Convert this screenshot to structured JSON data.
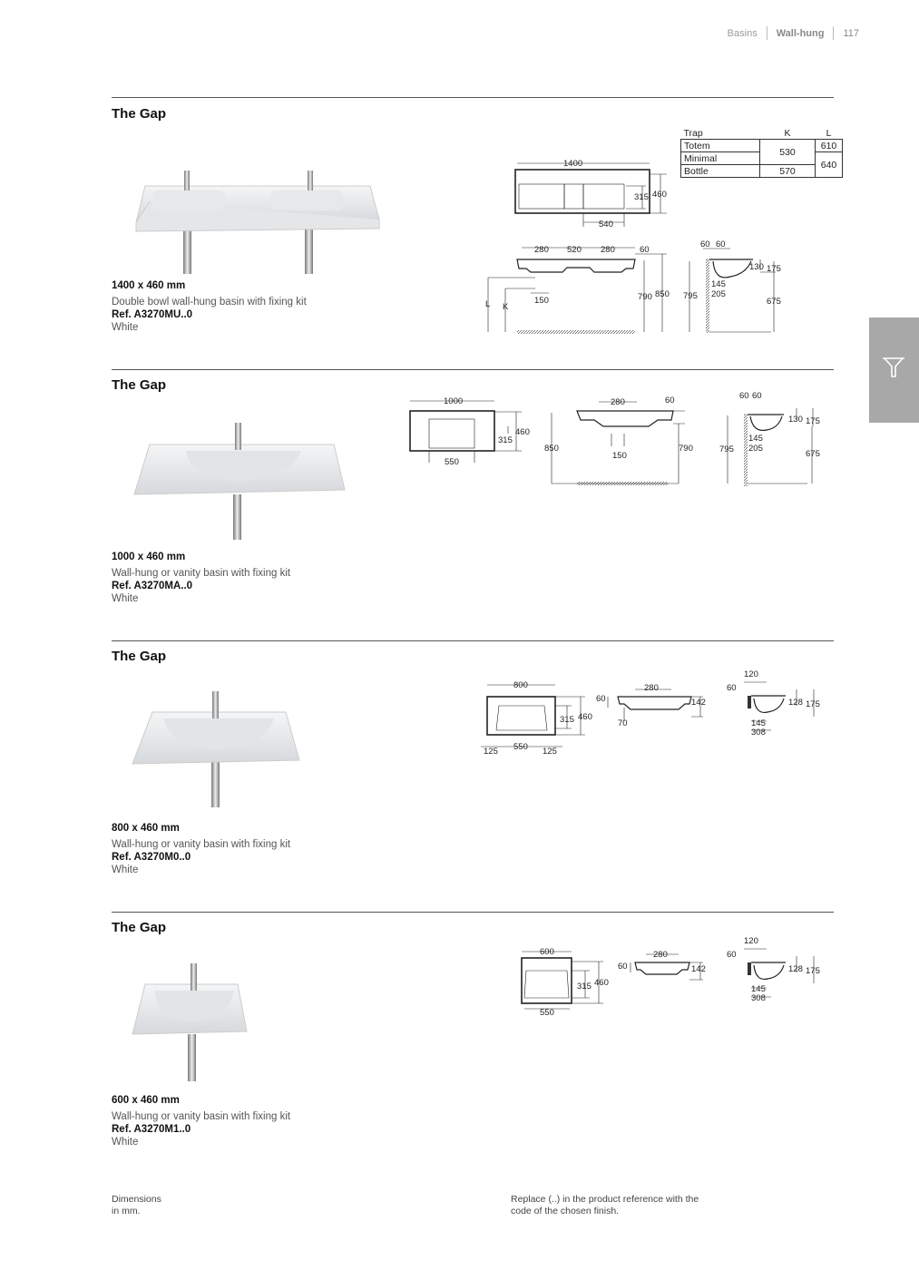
{
  "header": {
    "section": "Basins",
    "subsection": "Wall-hung",
    "page_number": "117"
  },
  "products": [
    {
      "title": "The Gap",
      "size": "1400 x 460 mm",
      "description": "Double bowl wall-hung basin with fixing kit",
      "ref": "Ref. A3270MU..0",
      "color": "White"
    },
    {
      "title": "The Gap",
      "size": "1000 x 460 mm",
      "description": "Wall-hung or vanity basin with fixing kit",
      "ref": "Ref. A3270MA..0",
      "color": "White"
    },
    {
      "title": "The Gap",
      "size": "800 x 460 mm",
      "description": "Wall-hung or vanity basin with fixing kit",
      "ref": "Ref. A3270M0..0",
      "color": "White"
    },
    {
      "title": "The Gap",
      "size": "600 x 460 mm",
      "description": "Wall-hung or vanity basin with fixing kit",
      "ref": "Ref. A3270M1..0",
      "color": "White"
    }
  ],
  "trap_table": {
    "headers": [
      "Trap",
      "K",
      "L"
    ],
    "rows": [
      {
        "trap": "Totem",
        "k": "530",
        "l": "610"
      },
      {
        "trap": "Minimal",
        "k": "530",
        "l": "640"
      },
      {
        "trap": "Bottle",
        "k": "570",
        "l": "640"
      }
    ]
  },
  "drawing_labels": {
    "p1_top": [
      "1400",
      "315",
      "460",
      "540"
    ],
    "p1_front": [
      "280",
      "520",
      "280",
      "60",
      "150",
      "790",
      "850",
      "L",
      "K"
    ],
    "p1_side": [
      "60",
      "60",
      "130",
      "175",
      "145",
      "795",
      "205",
      "675"
    ],
    "p2_top": [
      "1000",
      "460",
      "315",
      "550"
    ],
    "p2_front": [
      "280",
      "60",
      "850",
      "790",
      "150"
    ],
    "p2_side": [
      "60",
      "60",
      "130",
      "175",
      "145",
      "795",
      "205",
      "675"
    ],
    "p3_top": [
      "800",
      "315",
      "460",
      "125",
      "550",
      "125"
    ],
    "p3_front": [
      "60",
      "280",
      "142",
      "70"
    ],
    "p3_side": [
      "120",
      "60",
      "128",
      "175",
      "145",
      "308"
    ],
    "p4_top": [
      "600",
      "315",
      "460",
      "550"
    ],
    "p4_front": [
      "60",
      "280",
      "142"
    ],
    "p4_side": [
      "120",
      "60",
      "128",
      "175",
      "145",
      "308"
    ]
  },
  "footer": {
    "dimensions_note": [
      "Dimensions",
      "in mm."
    ],
    "finish_note": [
      "Replace (..) in the product reference with the",
      "code of the chosen finish."
    ]
  }
}
